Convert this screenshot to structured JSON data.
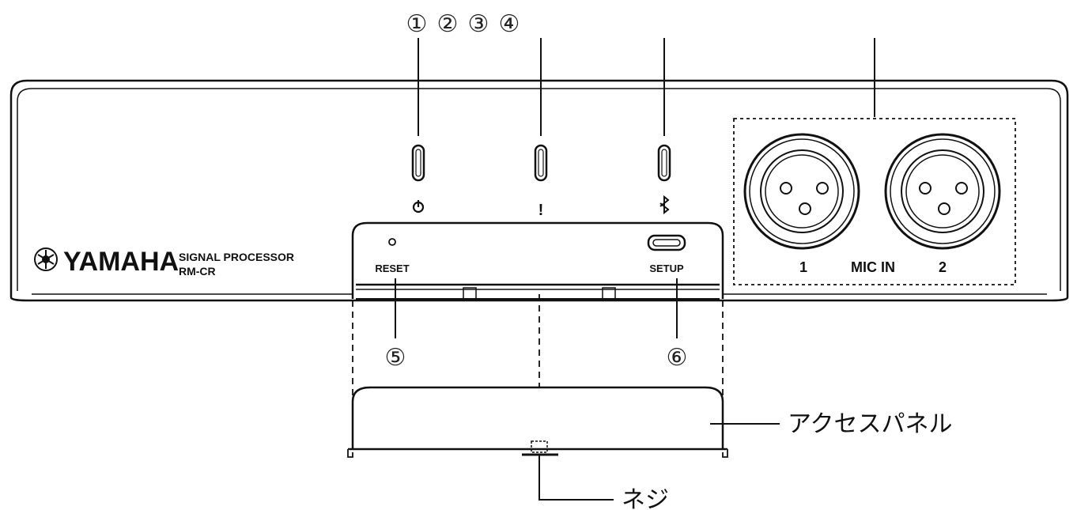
{
  "callouts": {
    "c1": "①",
    "c2": "②",
    "c3": "③",
    "c4": "④",
    "c5": "⑤",
    "c6": "⑥"
  },
  "brand": {
    "name": "YAMAHA",
    "product_line": "SIGNAL PROCESSOR",
    "model": "RM-CR"
  },
  "panel_labels": {
    "reset": "RESET",
    "setup": "SETUP",
    "mic_in": "MIC IN",
    "mic_1": "1",
    "mic_2": "2",
    "alert_symbol": "!"
  },
  "annotations": {
    "access_panel": "アクセスパネル",
    "screw": "ネジ"
  },
  "icons": {
    "power": "power-icon",
    "alert": "alert-icon",
    "bluetooth": "bluetooth-icon",
    "logo": "yamaha-tuning-fork-logo"
  }
}
